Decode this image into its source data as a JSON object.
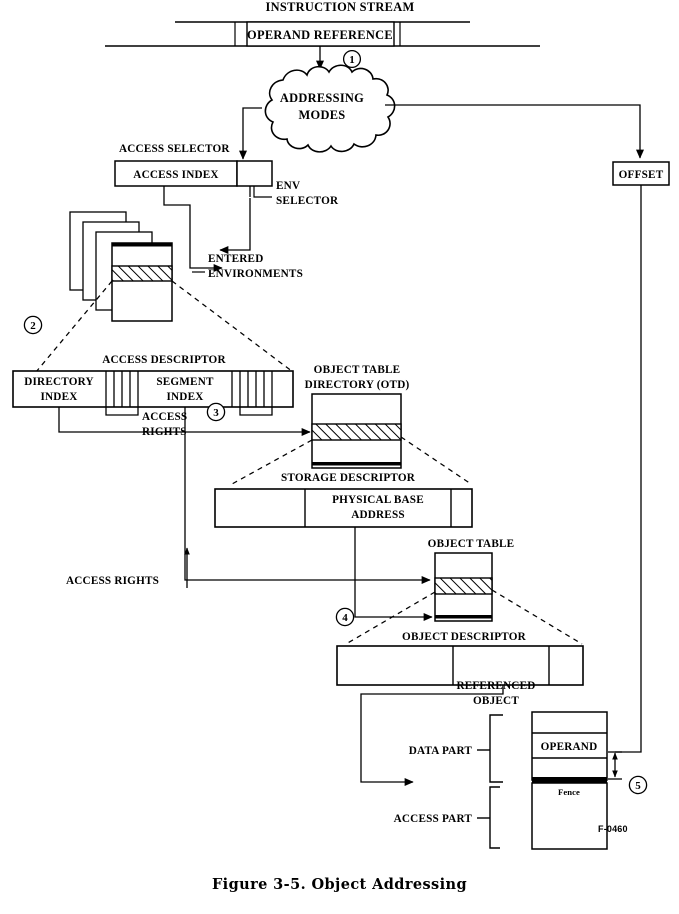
{
  "figure": {
    "caption": "Figure 3-5.  Object Addressing",
    "figure_id": "F-0460"
  },
  "instruction_stream": {
    "title": "INSTRUCTION STREAM",
    "operand_box": "OPERAND REFERENCE"
  },
  "addressing_modes": {
    "line1": "ADDRESSING",
    "line2": "MODES",
    "step": "1"
  },
  "offset": {
    "label": "OFFSET"
  },
  "access_selector": {
    "title": "ACCESS SELECTOR",
    "index_field": "ACCESS INDEX",
    "env_label_line1": "ENV",
    "env_label_line2": "SELECTOR"
  },
  "entered_environments": {
    "line1": "ENTERED",
    "line2": "ENVIRONMENTS"
  },
  "access_descriptor": {
    "title": "ACCESS DESCRIPTOR",
    "step": "2",
    "step_rights": "3",
    "directory_index_line1": "DIRECTORY",
    "directory_index_line2": "INDEX",
    "segment_index_line1": "SEGMENT",
    "segment_index_line2": "INDEX",
    "access_rights_line1": "ACCESS",
    "access_rights_line2": "RIGHTS"
  },
  "object_table_directory": {
    "line1": "OBJECT TABLE",
    "line2": "DIRECTORY (OTD)"
  },
  "storage_descriptor": {
    "title": "STORAGE DESCRIPTOR",
    "physical_base_line1": "PHYSICAL BASE",
    "physical_base_line2": "ADDRESS"
  },
  "access_rights_path": {
    "label": "ACCESS RIGHTS"
  },
  "object_table": {
    "title": "OBJECT TABLE",
    "step": "4"
  },
  "object_descriptor": {
    "title": "OBJECT DESCRIPTOR"
  },
  "referenced_object": {
    "line1": "REFERENCED",
    "line2": "OBJECT",
    "operand": "OPERAND",
    "fence": "Fence",
    "data_part": "DATA PART",
    "access_part": "ACCESS PART",
    "step": "5"
  },
  "colors": {
    "stroke": "#000000",
    "fill": "#ffffff",
    "fence": "#000000"
  }
}
